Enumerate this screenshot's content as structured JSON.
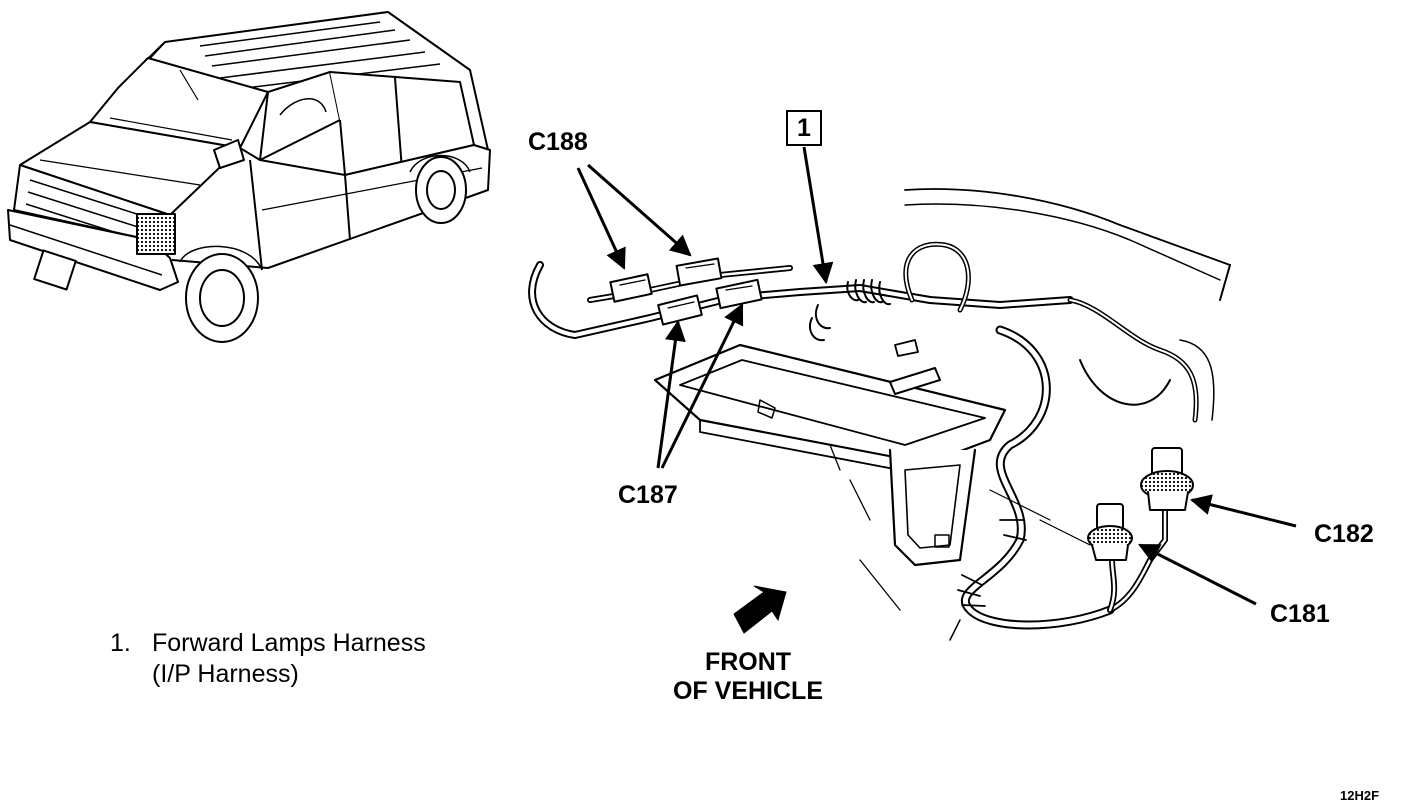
{
  "labels": {
    "c188": "C188",
    "c187": "C187",
    "c182": "C182",
    "c181": "C181",
    "callout": "1"
  },
  "front": {
    "line1": "FRONT",
    "line2": "OF VEHICLE"
  },
  "legend": {
    "number": "1.",
    "line1": "Forward Lamps Harness",
    "line2": "(I/P Harness)"
  },
  "figure_code": "12H2F"
}
